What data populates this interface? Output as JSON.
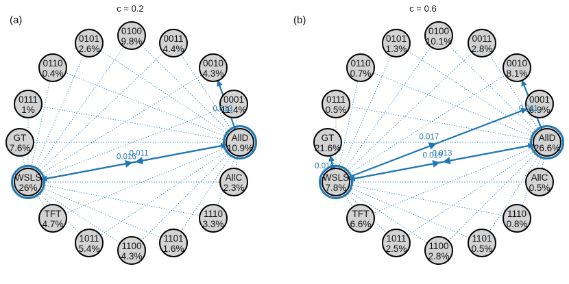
{
  "colors": {
    "edge": "#1f77b4",
    "highlight": "#1f77b4",
    "node_fill": "#d3d3d3",
    "node_stroke": "#000000",
    "background": "#ffffff"
  },
  "panels": [
    {
      "label": "(a)",
      "title": "c = 0.2",
      "nodes": [
        {
          "id": "AllD",
          "name": "AllD",
          "value": "10.9%",
          "highlight": true
        },
        {
          "id": "0001",
          "name": "0001",
          "value": "11.4%"
        },
        {
          "id": "0010",
          "name": "0010",
          "value": "4.3%"
        },
        {
          "id": "0011",
          "name": "0011",
          "value": "4.4%"
        },
        {
          "id": "0100",
          "name": "0100",
          "value": "9.8%"
        },
        {
          "id": "0101",
          "name": "0101",
          "value": "2.6%"
        },
        {
          "id": "0110",
          "name": "0110",
          "value": "0.4%"
        },
        {
          "id": "0111",
          "name": "0111",
          "value": "1%"
        },
        {
          "id": "GT",
          "name": "GT",
          "value": "7.6%"
        },
        {
          "id": "WSLS",
          "name": "WSLS",
          "value": "26%",
          "highlight": true
        },
        {
          "id": "TFT",
          "name": "TFT",
          "value": "4.7%"
        },
        {
          "id": "1011",
          "name": "1011",
          "value": "5.4%"
        },
        {
          "id": "1100",
          "name": "1100",
          "value": "4.3%"
        },
        {
          "id": "1101",
          "name": "1101",
          "value": "1.6%"
        },
        {
          "id": "1110",
          "name": "1110",
          "value": "3.3%"
        },
        {
          "id": "AllC",
          "name": "AllC",
          "value": "2.3%"
        }
      ],
      "edges": [
        {
          "from": "AllD",
          "to": "0010",
          "label": "0.013"
        },
        {
          "from": "AllD",
          "to": "WSLS",
          "label": "0.011"
        },
        {
          "from": "WSLS",
          "to": "AllD",
          "label": "0.016"
        }
      ]
    },
    {
      "label": "(b)",
      "title": "c = 0.6",
      "nodes": [
        {
          "id": "AllD",
          "name": "AllD",
          "value": "26.6%",
          "highlight": true
        },
        {
          "id": "0001",
          "name": "0001",
          "value": "6.9%"
        },
        {
          "id": "0010",
          "name": "0010",
          "value": "8.1%"
        },
        {
          "id": "0011",
          "name": "0011",
          "value": "2.8%"
        },
        {
          "id": "0100",
          "name": "0100",
          "value": "10.1%"
        },
        {
          "id": "0101",
          "name": "0101",
          "value": "1.3%"
        },
        {
          "id": "0110",
          "name": "0110",
          "value": "0.7%"
        },
        {
          "id": "0111",
          "name": "0111",
          "value": "0.5%"
        },
        {
          "id": "GT",
          "name": "GT",
          "value": "21.6%"
        },
        {
          "id": "WSLS",
          "name": "WSLS",
          "value": "7.8%",
          "highlight": true
        },
        {
          "id": "TFT",
          "name": "TFT",
          "value": "6.6%"
        },
        {
          "id": "1011",
          "name": "1011",
          "value": "2.5%"
        },
        {
          "id": "1100",
          "name": "1100",
          "value": "2.8%"
        },
        {
          "id": "1101",
          "name": "1101",
          "value": "0.5%"
        },
        {
          "id": "1110",
          "name": "1110",
          "value": "0.8%"
        },
        {
          "id": "AllC",
          "name": "AllC",
          "value": "0.5%"
        }
      ],
      "edges": [
        {
          "from": "AllD",
          "to": "0010",
          "label": "0.011"
        },
        {
          "from": "WSLS",
          "to": "GT",
          "label": "0.016"
        },
        {
          "from": "WSLS",
          "to": "0001",
          "label": "0.017"
        },
        {
          "from": "WSLS",
          "to": "AllD",
          "label": "0.019"
        },
        {
          "from": "AllD",
          "to": "WSLS",
          "label": "0.013"
        }
      ]
    }
  ]
}
